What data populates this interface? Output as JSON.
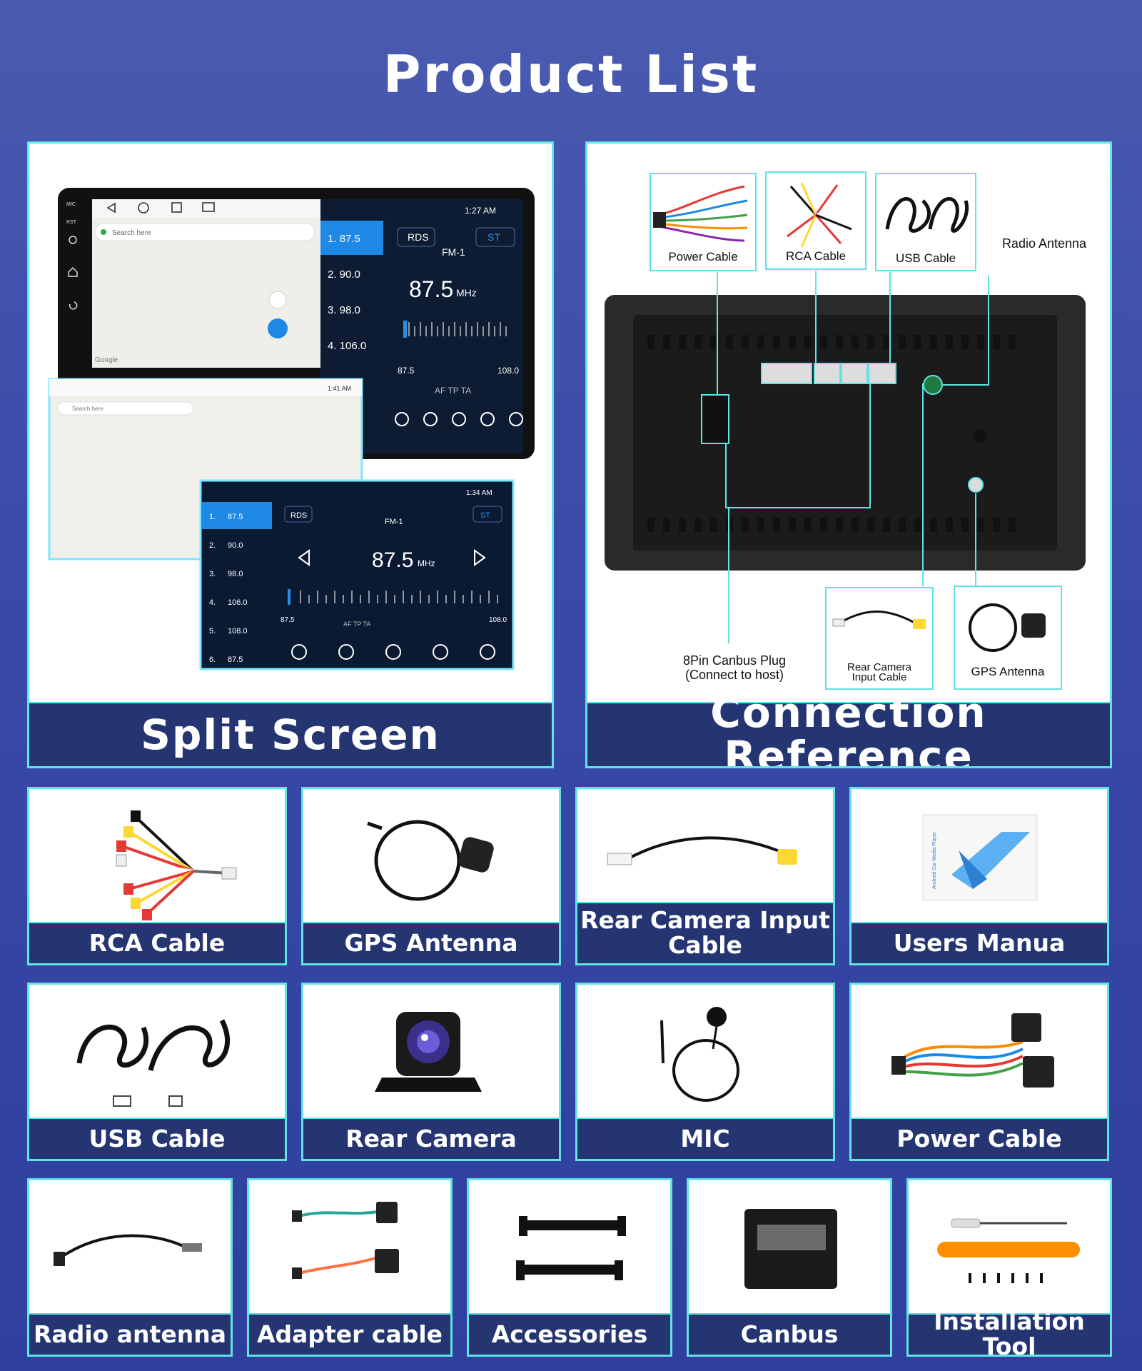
{
  "title": "Product List",
  "split_screen": {
    "label": "Split Screen",
    "screen1": {
      "side_buttons": [
        "MIC",
        "RST"
      ],
      "search_placeholder": "Search here",
      "map_brand": "Google",
      "time": "1:27 AM",
      "presets": [
        "1.  87.5",
        "2.  90.0",
        "3.  98.0",
        "4.  106.0"
      ],
      "rds": "RDS",
      "band": "FM-1",
      "st": "ST",
      "freq": "87.5",
      "unit": "MHz",
      "min": "87.5",
      "max": "108.0",
      "flags": "AF  TP  TA"
    },
    "screen2": {
      "time": "1:41 AM",
      "search_placeholder": "Search here"
    },
    "screen3": {
      "time": "1:34 AM",
      "presets": [
        "1.",
        "2.",
        "3.",
        "4.",
        "5.",
        "6."
      ],
      "preset_values": [
        "87.5",
        "90.0",
        "98.0",
        "106.0",
        "108.0",
        "87.5"
      ],
      "rds": "RDS",
      "band": "FM-1",
      "st": "ST",
      "freq": "87.5",
      "unit": "MHz",
      "min": "87.5",
      "max": "108.0",
      "flags": "AF  TP  TA"
    }
  },
  "connection": {
    "label": "Connection Reference",
    "items": {
      "power": "Power Cable",
      "rca": "RCA Cable",
      "usb": "USB Cable",
      "radio": "Radio Antenna",
      "canbus_line1": "8Pin Canbus Plug",
      "canbus_line2": "(Connect to host)",
      "rearcam_line1": "Rear Camera",
      "rearcam_line2": "Input Cable",
      "gps": "GPS Antenna"
    }
  },
  "products_row1": [
    "RCA Cable",
    "GPS Antenna",
    "Rear Camera Input Cable",
    "Users Manua"
  ],
  "products_row2": [
    "USB Cable",
    "Rear Camera",
    "MIC",
    "Power Cable"
  ],
  "products_row3": [
    "Radio antenna",
    "Adapter cable",
    "Accessories",
    "Canbus",
    "Installation Tool"
  ],
  "manual_text": "Android Car Media Player",
  "colors": {
    "accent": "#5fe3e3",
    "label_bg": "#253572",
    "page_bg": "#3a4aa8",
    "radio_blue": "#1e88e5"
  }
}
